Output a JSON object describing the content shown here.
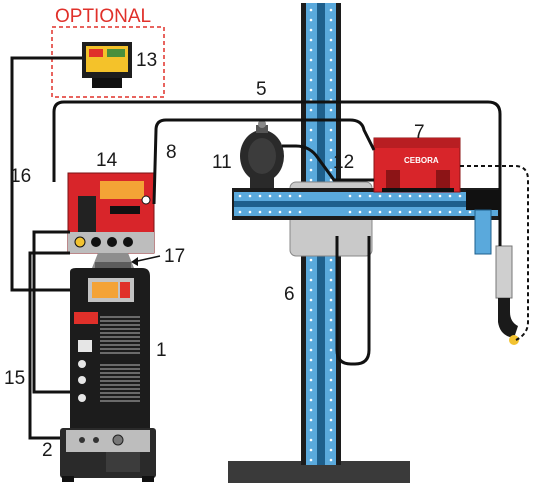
{
  "optional_label": "OPTIONAL",
  "callouts": {
    "c1": "1",
    "c2": "2",
    "c5": "5",
    "c6": "6",
    "c7": "7",
    "c8": "8",
    "c11": "11",
    "c12": "12",
    "c13": "13",
    "c14": "14",
    "c15": "15",
    "c16": "16",
    "c17": "17"
  },
  "brand_text": "CEBORA",
  "colors": {
    "accent_red": "#e0302a",
    "cable": "#111111",
    "column_blue": "#5aa9dc",
    "machine_dark": "#2a2a2a"
  }
}
